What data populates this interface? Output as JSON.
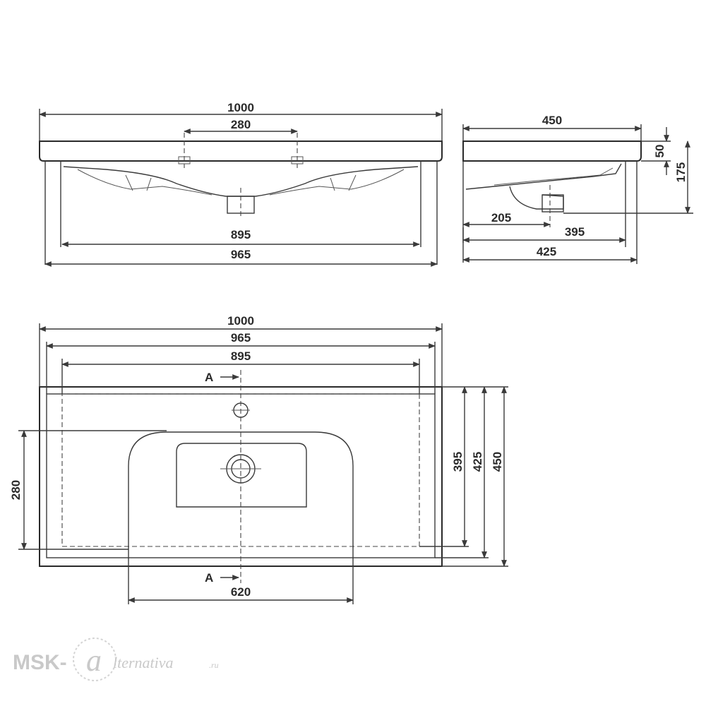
{
  "front_view": {
    "overall_width": "1000",
    "tap_spacing": "280",
    "bowl_width": "895",
    "cabinet_width": "965"
  },
  "side_view": {
    "depth": "450",
    "rim_height": "50",
    "total_height": "175",
    "drain_offset": "205",
    "drain_to_back": "395",
    "cabinet_depth": "425"
  },
  "plan_view": {
    "overall_width": "1000",
    "cabinet_width": "965",
    "bowl_width": "895",
    "section_mark_top": "A",
    "section_mark_bottom": "A",
    "bowl_length": "280",
    "inner_depth": "395",
    "mid_depth": "425",
    "overall_depth": "450",
    "basin_width": "620"
  },
  "watermark": {
    "prefix": "MSK-",
    "logo_letter": "a",
    "suffix": "lternativa",
    "domain": ".ru"
  }
}
